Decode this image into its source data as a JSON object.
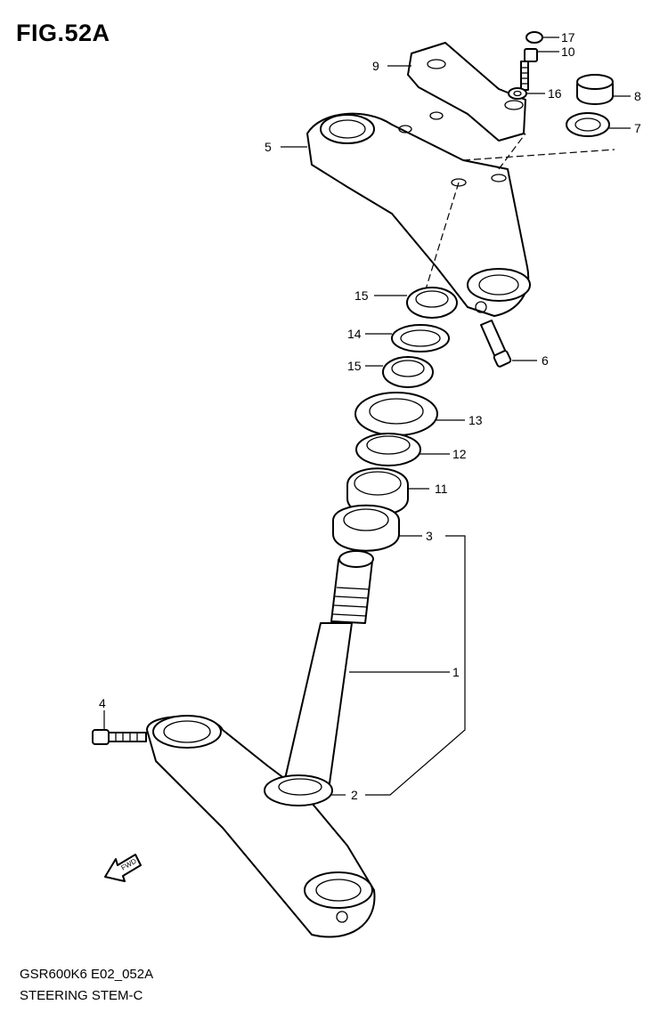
{
  "title": "FIG.52A",
  "footer": {
    "code": "GSR600K6 E02_052A",
    "name": "STEERING STEM-C"
  },
  "fwd_label": "FWD",
  "callouts": {
    "c1": "1",
    "c2": "2",
    "c3": "3",
    "c4": "4",
    "c5": "5",
    "c6": "6",
    "c7": "7",
    "c8": "8",
    "c9": "9",
    "c10": "10",
    "c11": "11",
    "c12": "12",
    "c13": "13",
    "c14": "14",
    "c15a": "15",
    "c15b": "15",
    "c16": "16",
    "c17": "17"
  }
}
